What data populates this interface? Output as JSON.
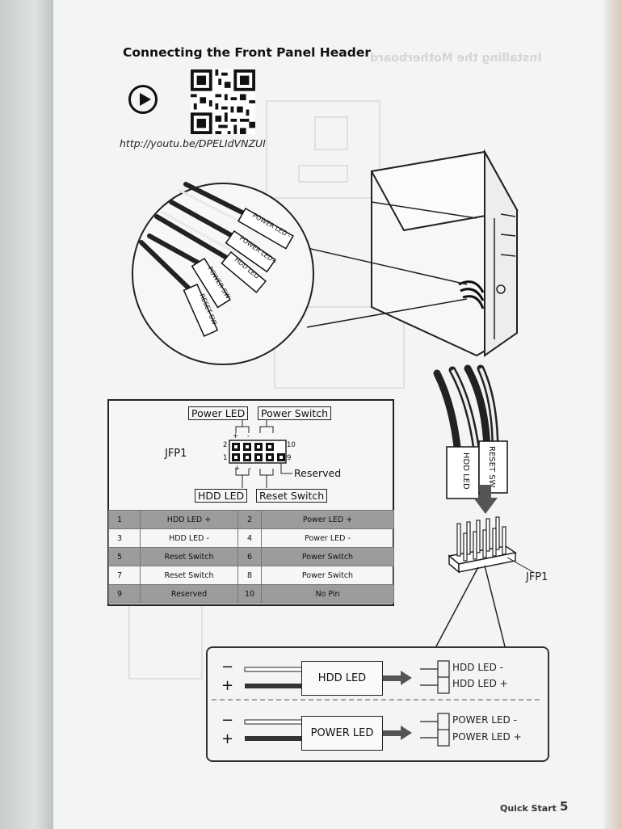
{
  "title": "Connecting the Front Panel Header",
  "bleed_title": "Installing the Motherboard",
  "video_url": "http://youtu.be/DPELIdVNZUI",
  "cable_labels": [
    "POWER LED -",
    "POWER LED+",
    "HDD LED",
    "POWER SW",
    "RESET SW"
  ],
  "header_diagram": {
    "name": "JFP1",
    "top_labels": [
      "Power LED",
      "Power Switch"
    ],
    "bottom_labels": [
      "HDD LED",
      "Reset Switch"
    ],
    "pin_numbers": {
      "top_left": "2",
      "bottom_left": "1",
      "top_right": "10",
      "bottom_right": "9"
    },
    "reserved_label": "Reserved",
    "plus": "+",
    "minus": "-"
  },
  "pin_table": [
    {
      "pin_a": "1",
      "signal_a": "HDD LED +",
      "pin_b": "2",
      "signal_b": "Power LED +",
      "shaded": true
    },
    {
      "pin_a": "3",
      "signal_a": "HDD LED -",
      "pin_b": "4",
      "signal_b": "Power LED -",
      "shaded": false
    },
    {
      "pin_a": "5",
      "signal_a": "Reset Switch",
      "pin_b": "6",
      "signal_b": "Power Switch",
      "shaded": true
    },
    {
      "pin_a": "7",
      "signal_a": "Reset Switch",
      "pin_b": "8",
      "signal_b": "Power Switch",
      "shaded": false
    },
    {
      "pin_a": "9",
      "signal_a": "Reserved",
      "pin_b": "10",
      "signal_b": "No Pin",
      "shaded": true
    }
  ],
  "connector_labels": [
    "HDD LED",
    "RESET SW"
  ],
  "header_callout": "JFP1",
  "polarity": {
    "minus": "−",
    "plus": "+",
    "hdd": {
      "box": "HDD LED",
      "neg": "HDD LED -",
      "pos": "HDD LED +"
    },
    "power": {
      "box": "POWER LED",
      "neg": "POWER LED -",
      "pos": "POWER LED +"
    }
  },
  "footer": {
    "section": "Quick Start",
    "page": "5"
  },
  "icons": [
    "play-icon",
    "qr-code-icon"
  ]
}
